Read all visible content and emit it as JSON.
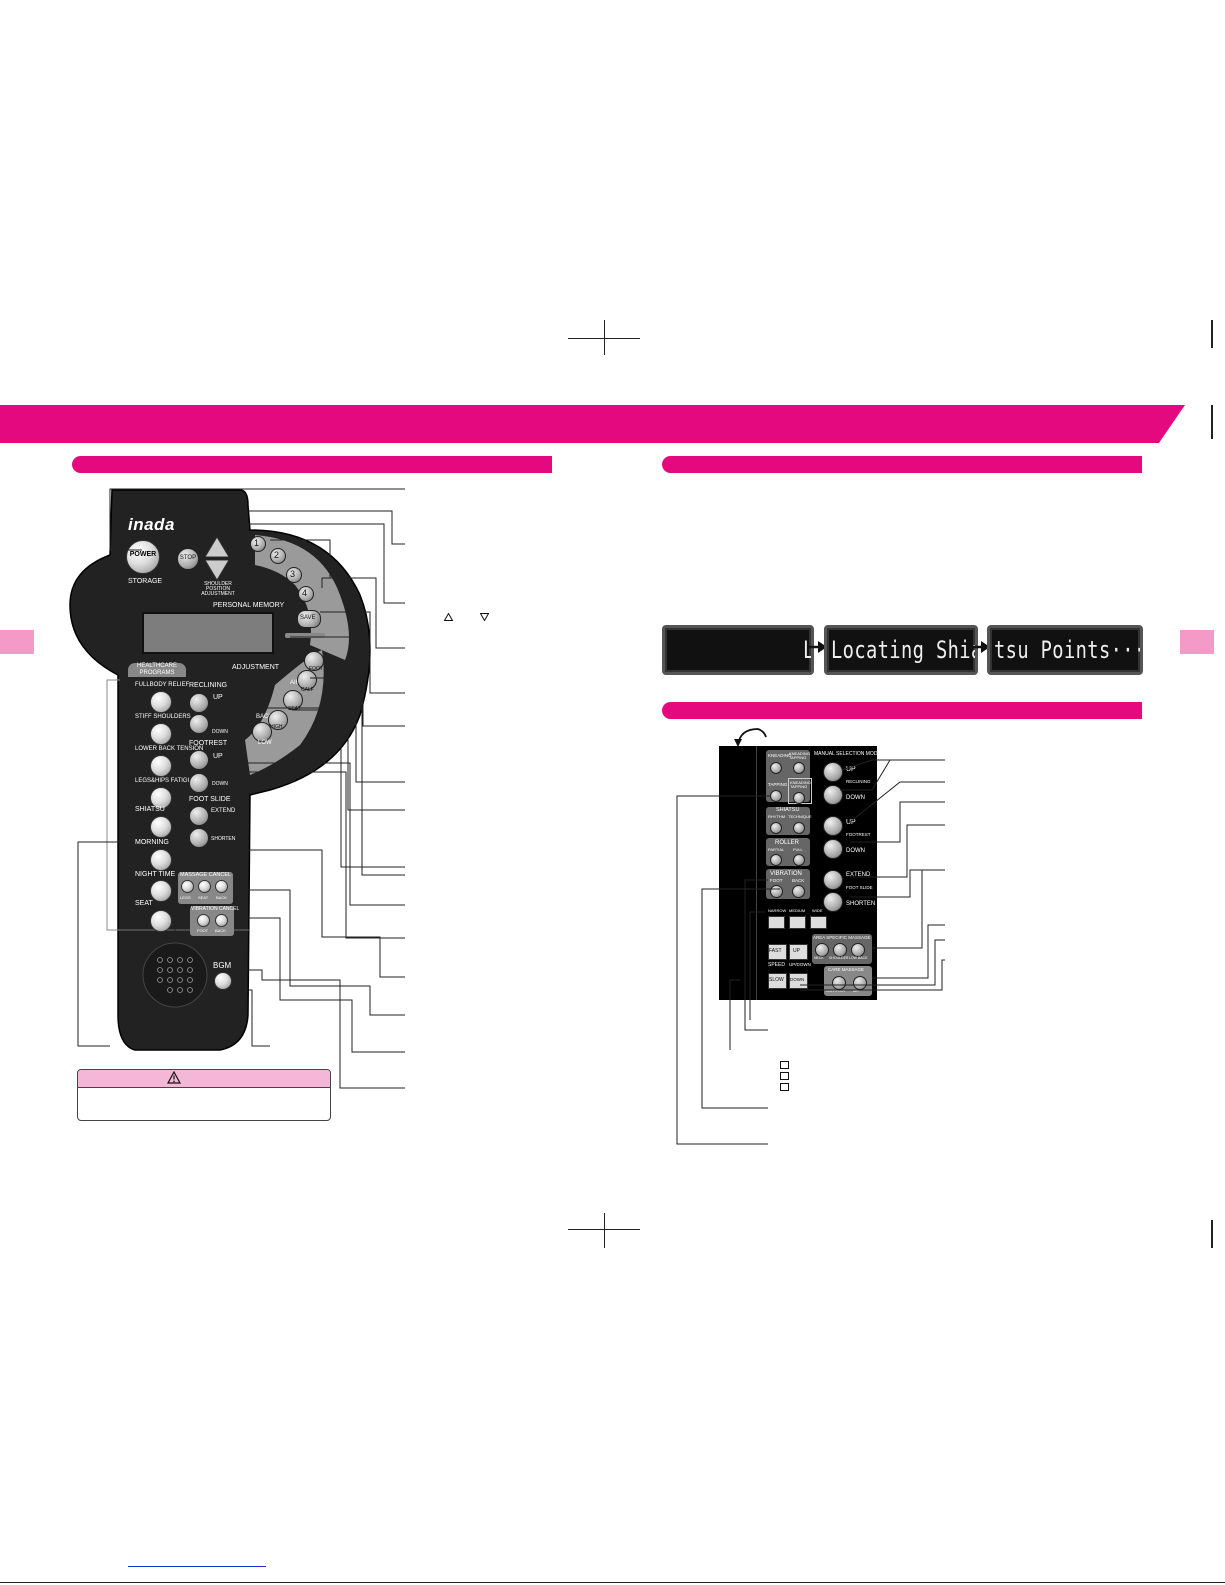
{
  "remote": {
    "brand": "inada",
    "power": "POWER",
    "storage": "STORAGE",
    "stop": "STOP",
    "shoulder_adjust": "SHOULDER POSITION ADJUSTMENT",
    "personal_memory": "PERSONAL MEMORY",
    "memory_numbers": [
      "1",
      "2",
      "3",
      "4"
    ],
    "save": "SAVE",
    "healthcare_programs": "HEALTHCARE PROGRAMS",
    "adjustment": "ADJUSTMENT",
    "programs": [
      "FULLBODY RELIEF",
      "STIFF SHOULDERS",
      "LOWER BACK TENSION",
      "LEGS&HIPS FATIGUE",
      "SHIATSU",
      "MORNING",
      "NIGHT TIME",
      "SEAT"
    ],
    "reclining": "RECLINING",
    "up": "UP",
    "down": "DOWN",
    "footrest": "FOOTREST",
    "foot_slide": "FOOT SLIDE",
    "extend": "EXTEND",
    "shorten": "SHORTEN",
    "air_foot": "FOOT",
    "air": "AIR",
    "air_calf": "CALF",
    "air_seat": "SEAT",
    "air_back": "BACK",
    "air_high": "HIGH",
    "air_low": "LOW",
    "massage_cancel": "MASSAGE CANCEL",
    "massage_cancel_opts": [
      "LEGS",
      "SEAT",
      "BACK"
    ],
    "vibration_cancel": "VIBRATION CANCEL",
    "vibration_cancel_opts": [
      "FOOT",
      "BACK"
    ],
    "bgm": "BGM"
  },
  "lcd_frames": [
    "Loc",
    "Locating Shiat",
    "tsu Points···"
  ],
  "panel": {
    "kneading": "KNEADING",
    "tapping": "TAPPING",
    "kneading_tapping": "KNEADING TAPPING",
    "manual_mode": "MANUAL SELECTION MODE",
    "up": "UP",
    "reclining": "RECLINING",
    "down": "DOWN",
    "shiatsu": "SHIATSU",
    "rhythm": "RHYTHM",
    "technique": "TECHNIQUE",
    "footrest": "FOOTREST",
    "roller": "ROLLER",
    "partial": "PARTIAL",
    "full": "FULL",
    "vibration": "VIBRATION",
    "foot": "FOOT",
    "back": "BACK",
    "extend": "EXTEND",
    "foot_slide": "FOOT SLIDE",
    "shorten": "SHORTEN",
    "narrow": "NARROW",
    "medium": "MEDIUM",
    "wide": "WIDE",
    "area_specific": "AREA SPECIFIC MASSAGE",
    "area_opts": [
      "NECK",
      "SHOULDER",
      "LOW BACK"
    ],
    "fast": "FAST",
    "speed": "SPEED",
    "slow": "SLOW",
    "updown": "UP/DOWN",
    "p_up": "UP",
    "p_down": "DOWN",
    "care_massage": "CARE MASSAGE",
    "care_opts": [
      "CALF/FOOT",
      "AIR"
    ]
  }
}
